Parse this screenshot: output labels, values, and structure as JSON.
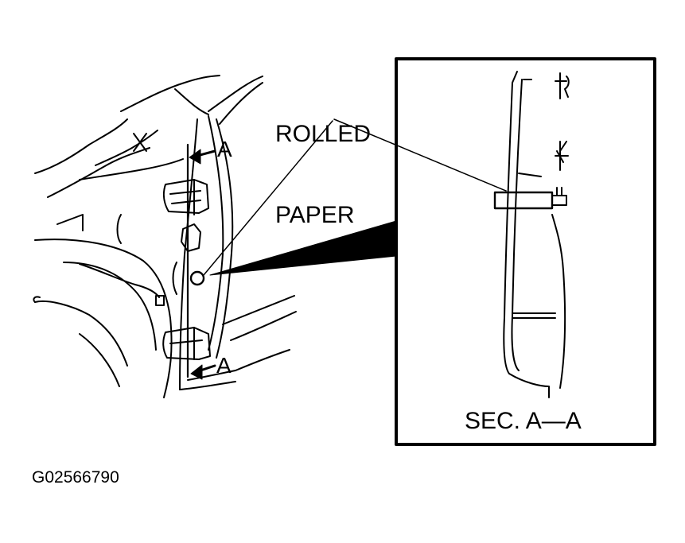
{
  "callout": {
    "line1": "ROLLED",
    "line2": "PAPER"
  },
  "section_markers": {
    "top": "A",
    "bottom": "A"
  },
  "detail": {
    "caption": "SEC. A—A"
  },
  "figure_id": "G02566790",
  "colors": {
    "ink": "#000000",
    "paper": "#ffffff"
  }
}
